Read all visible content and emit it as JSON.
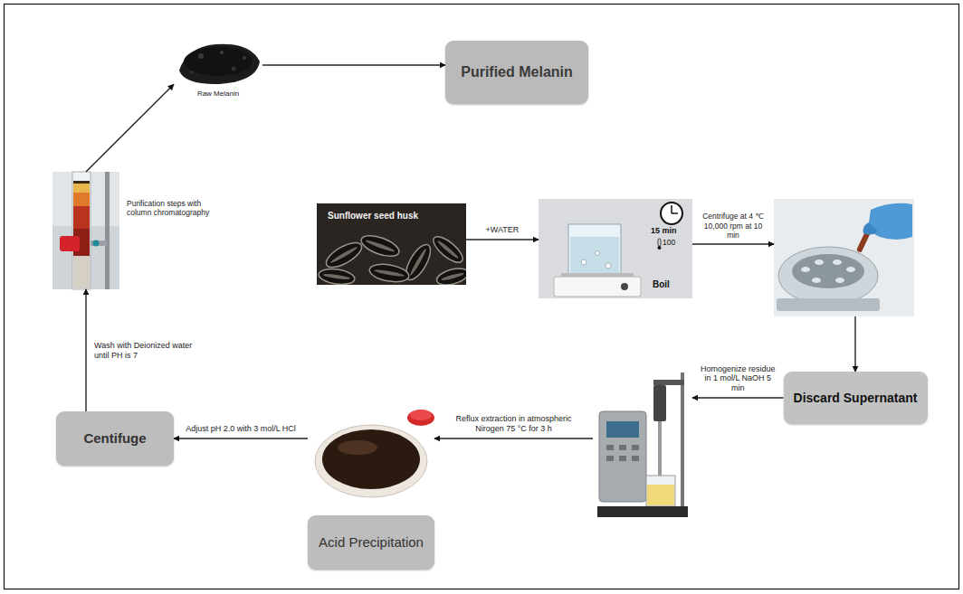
{
  "diagram": {
    "nodes": [
      {
        "text": [
          "Raw Melanin"
        ]
      },
      {
        "text": [
          "Purified Melanin"
        ]
      },
      {
        "text": [
          "Purification steps with column chromatography"
        ]
      },
      {
        "text": [
          "Sunflower seed husk"
        ]
      },
      {
        "text": [
          "15 min",
          "100",
          "Boil"
        ]
      },
      {
        "text": []
      },
      {
        "text": [
          "Discard Supernatant"
        ]
      },
      {
        "text": []
      },
      {
        "text": [
          "Centifuge"
        ]
      },
      {
        "text": [
          "Acid Precipitation"
        ]
      }
    ],
    "edges": [
      {
        "from": 2,
        "to": 0,
        "arrow": "to"
      },
      {
        "from": 0,
        "to": 1,
        "arrow": "to"
      },
      {
        "from": 3,
        "to": 4,
        "label": "+WATER",
        "arrow": "to"
      },
      {
        "from": 4,
        "to": 5,
        "label": "Centrifuge at 4 ℃ 10,000 rpm at 10 min",
        "arrow": "to"
      },
      {
        "from": 5,
        "to": 6,
        "arrow": "to"
      },
      {
        "from": 6,
        "to": 7,
        "label": "Homogenize residue in 1 mol/L NaOH 5 min",
        "arrow": "to"
      },
      {
        "from": 7,
        "to": 9,
        "label": "Reflux extraction in atmospheric Nirogen 75 °C for 3 h",
        "arrow": "to"
      },
      {
        "from": 9,
        "to": 8,
        "label": "Adjust pH 2.0 with 3 mol/L HCl",
        "arrow": "to"
      },
      {
        "from": 8,
        "to": 2,
        "label": "Wash with Deionized water until PH is 7",
        "arrow": "to"
      }
    ]
  }
}
